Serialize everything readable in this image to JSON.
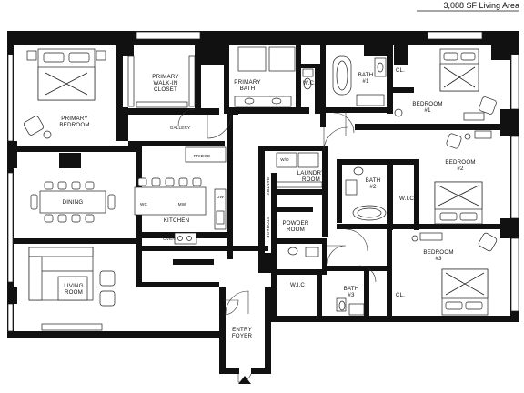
{
  "header": {
    "living_area": "3,088 SF Living Area"
  },
  "rooms": {
    "primary_bedroom": [
      "PRIMARY",
      "BEDROOM"
    ],
    "primary_closet": [
      "PRIMARY",
      "WALK-IN",
      "CLOSET"
    ],
    "primary_bath": [
      "PRIMARY",
      "BATH"
    ],
    "wc": "W.C.",
    "bath1": [
      "BATH",
      "#1"
    ],
    "cl1": "CL.",
    "bedroom1": [
      "BEDROOM",
      "#1"
    ],
    "gallery": "GALLERY",
    "fridge": "FRIDGE",
    "wd": "W/D",
    "laundry": [
      "LAUNDRY",
      "ROOM"
    ],
    "bath2": [
      "BATH",
      "#2"
    ],
    "bedroom2": [
      "BEDROOM",
      "#2"
    ],
    "wic2": "W.I.C.",
    "dining": "DINING",
    "wc_appl": "WC",
    "mw": "MW",
    "dw": "DW",
    "kitchen": "KITCHEN",
    "oven": "OVEN",
    "pantry": "PANTRY",
    "storage": "STORAGE",
    "powder": [
      "POWDER",
      "ROOM"
    ],
    "bedroom3": [
      "BEDROOM",
      "#3"
    ],
    "living": [
      "LIVING",
      "ROOM"
    ],
    "wic": "W.I.C",
    "bath3": [
      "BATH",
      "#3"
    ],
    "cl3": "CL.",
    "entry": [
      "ENTRY",
      "FOYER"
    ]
  }
}
